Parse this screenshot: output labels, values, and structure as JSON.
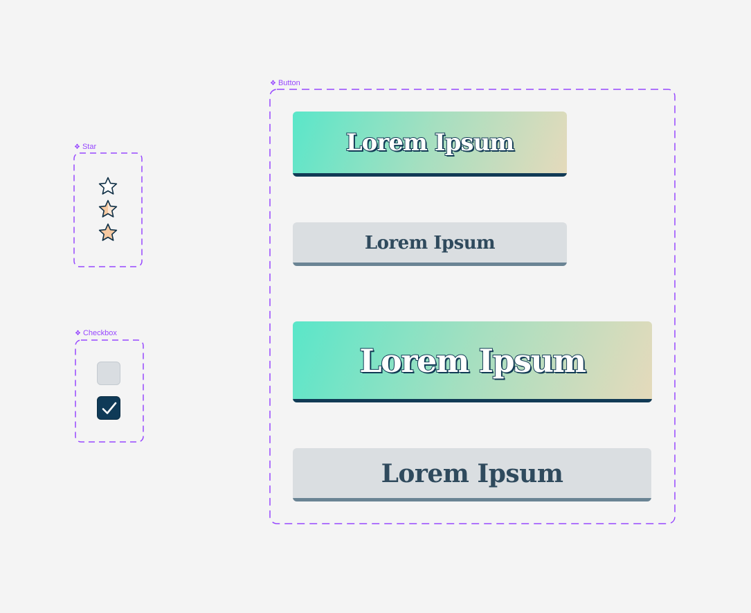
{
  "colors": {
    "canvas_bg": "#f4f4f4",
    "component_set_border": "#9747ff",
    "primary_gradient": [
      "#5ae6c9",
      "#a6dfc0",
      "#e5dabb"
    ],
    "primary_shadow": "#113a55",
    "secondary_bg": "#dadee1",
    "secondary_shadow": "#6a8494",
    "secondary_text": "#2f4a5d",
    "star_filled": "#f6c9a1",
    "star_outline": "#0f2f45",
    "checkbox_unchecked": "#d9dde1",
    "checkbox_checked": "#0f3a57"
  },
  "component_sets": {
    "star": {
      "label": "Star",
      "icon": "component-set-icon",
      "variants": [
        {
          "icon": "star-outline-icon",
          "state": "empty"
        },
        {
          "icon": "star-half-icon",
          "state": "half"
        },
        {
          "icon": "star-filled-icon",
          "state": "filled"
        }
      ]
    },
    "checkbox": {
      "label": "Checkbox",
      "icon": "component-set-icon",
      "variants": [
        {
          "state": "unchecked"
        },
        {
          "state": "checked",
          "icon": "checkmark-icon"
        }
      ]
    },
    "button": {
      "label": "Button",
      "icon": "component-set-icon",
      "variants": [
        {
          "style": "primary",
          "size": "small",
          "label": "Lorem Ipsum"
        },
        {
          "style": "secondary",
          "size": "small",
          "label": "Lorem Ipsum"
        },
        {
          "style": "primary",
          "size": "large",
          "label": "Lorem Ipsum"
        },
        {
          "style": "secondary",
          "size": "large",
          "label": "Lorem Ipsum"
        }
      ]
    }
  }
}
